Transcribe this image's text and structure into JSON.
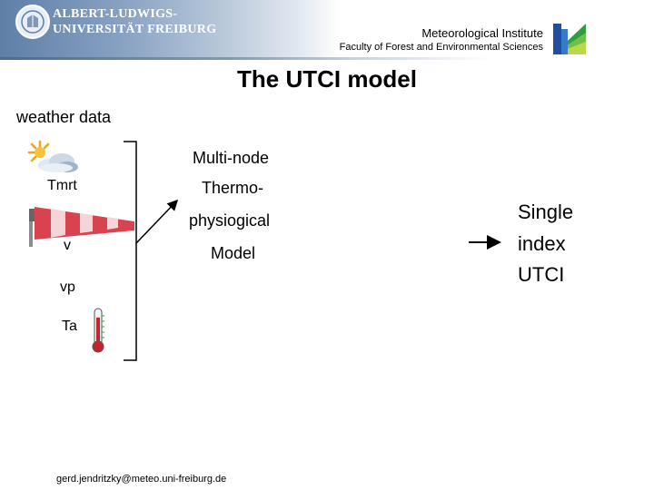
{
  "header": {
    "university_line1": "ALBERT-LUDWIGS-",
    "university_line2": "UNIVERSITÄT FREIBURG",
    "institute": "Meteorological Institute",
    "faculty": "Faculty of Forest and Environmental Sciences"
  },
  "slide": {
    "title": "The UTCI model",
    "weather_heading": "weather data",
    "inputs": {
      "tmrt": "Tmrt",
      "v": "v",
      "vp": "vp",
      "ta": "Ta"
    },
    "model_lines": [
      "Multi-node",
      "Thermo-",
      "physiogical",
      "Model"
    ],
    "result_lines": [
      "Single",
      "index",
      "UTCI"
    ]
  },
  "footer": {
    "email": "gerd.jendritzky@meteo.uni-freiburg.de"
  },
  "colors": {
    "header_blue": "#5f7fa7",
    "windsock_red": "#d8434f",
    "sun_orange": "#f2a21b"
  },
  "icons": [
    "university-seal-icon",
    "institute-logo-icon",
    "sun-cloud-icon",
    "windsock-icon",
    "thermometer-icon",
    "arrow-icon"
  ]
}
